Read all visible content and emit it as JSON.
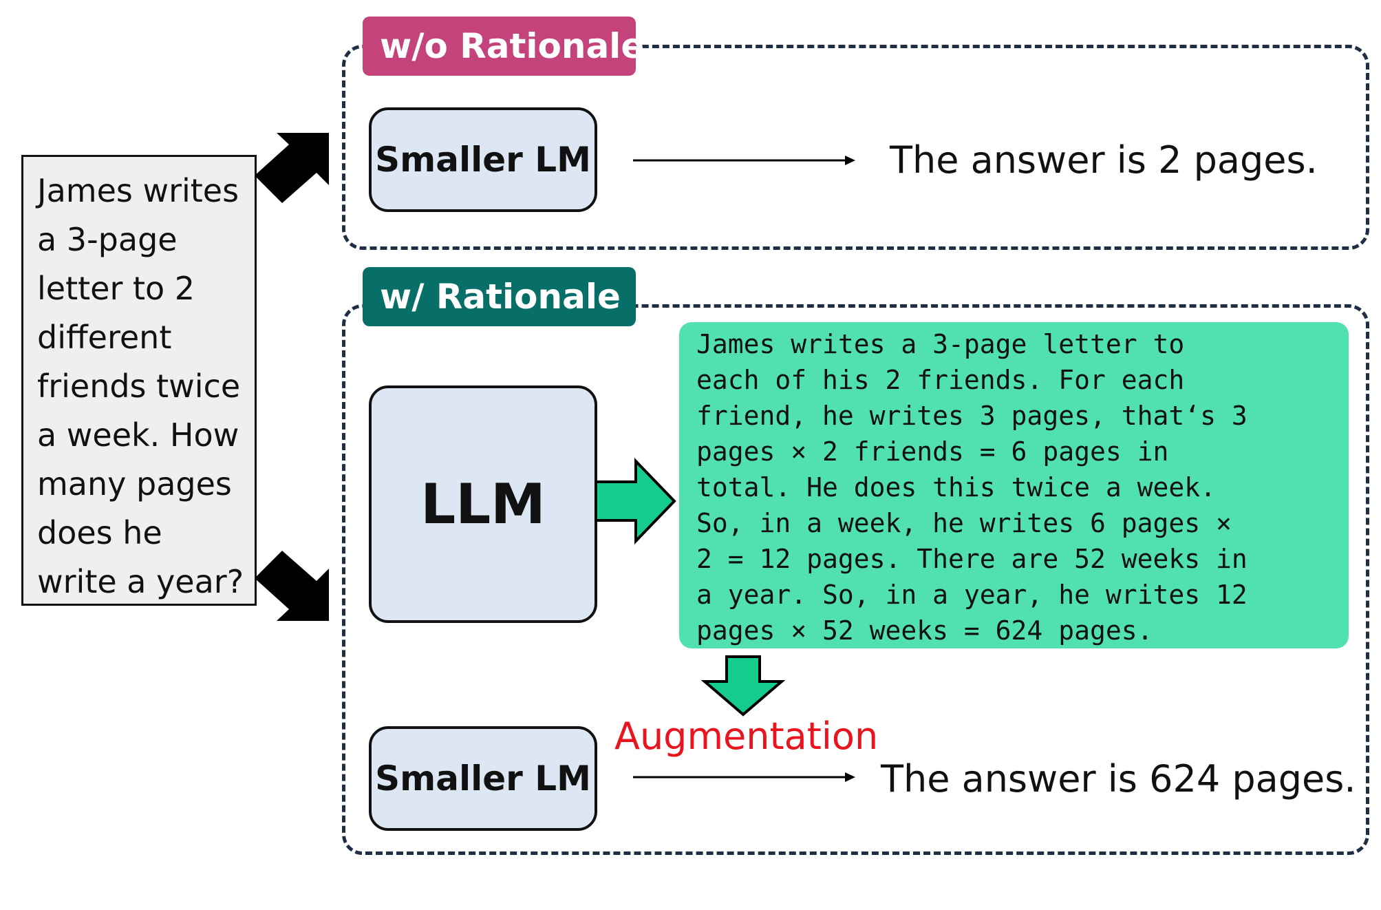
{
  "question": {
    "text": "James writes\na 3-page\nletter to 2\ndifferent\nfriends twice\na week. How\nmany pages\ndoes he\nwrite a year?"
  },
  "panels": {
    "without": {
      "tag": "w/o Rationale",
      "tag_color": "#c4437b",
      "model_label": "Smaller LM",
      "answer": "The answer is 2 pages."
    },
    "with": {
      "tag": "w/ Rationale",
      "tag_color": "#086e68",
      "llm_label": "LLM",
      "rationale": "James writes a 3-page letter to\neach of his 2 friends. For each\nfriend, he writes 3 pages, that‘s 3\npages × 2 friends = 6 pages in\ntotal. He does this twice a week.\nSo, in a week, he writes 6 pages ×\n2 = 12 pages. There are 52 weeks in\na year. So, in a year, he writes 12\npages × 52 weeks = 624 pages.",
      "augmentation_label": "Augmentation",
      "model_label": "Smaller LM",
      "answer": "The answer is 624 pages."
    }
  },
  "colors": {
    "rationale_fill": "#51e1b1",
    "green_arrow": "#16cc8c",
    "augmentation_text": "#e8141e",
    "model_fill": "#dce7f3",
    "panel_border": "#1f2e44"
  }
}
